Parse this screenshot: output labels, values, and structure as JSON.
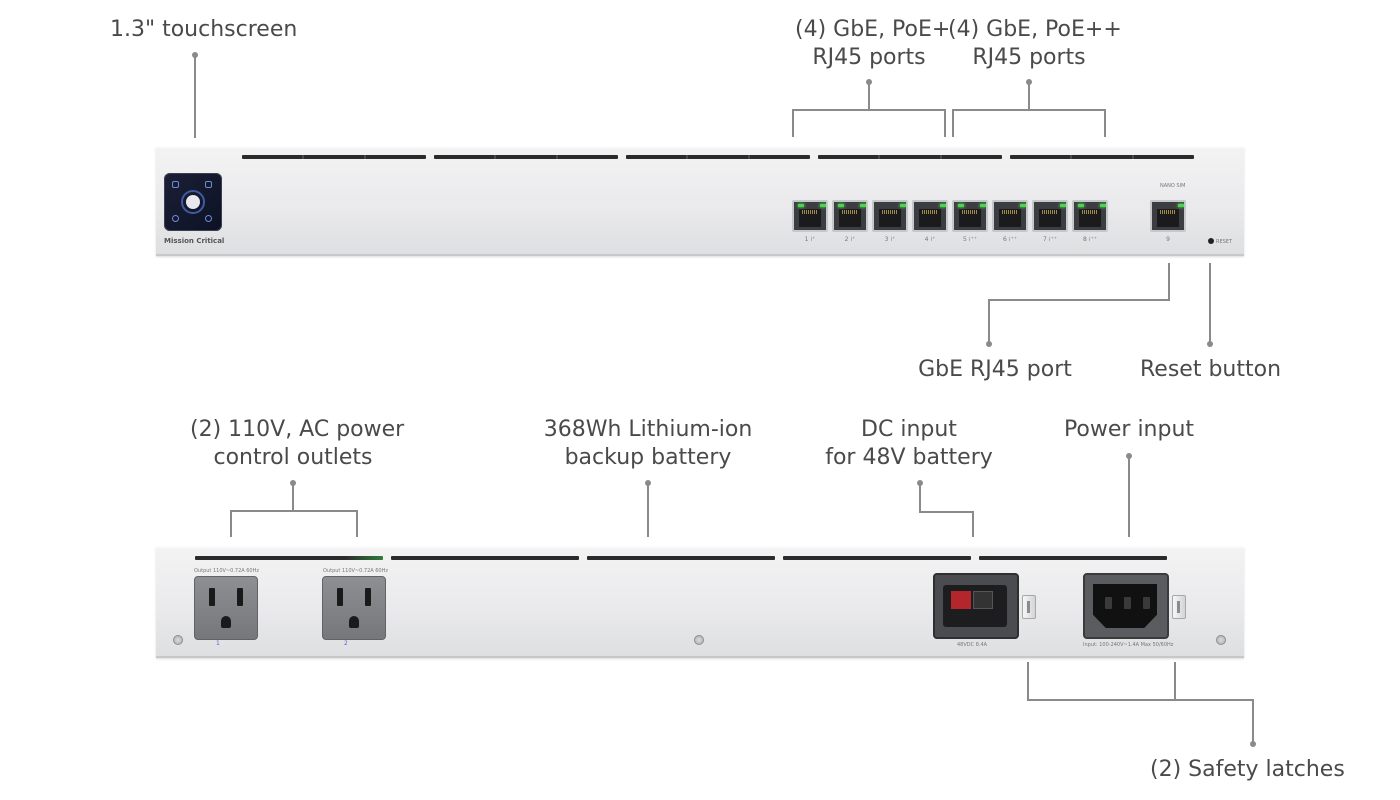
{
  "callouts": {
    "touchscreen": "1.3\" touchscreen",
    "poe_plus": [
      "(4) GbE, PoE+",
      "RJ45 ports"
    ],
    "poe_plusplus": [
      "(4) GbE, PoE++",
      "RJ45 ports"
    ],
    "gbe_port": "GbE RJ45 port",
    "reset_button": "Reset button",
    "ac_outlets": [
      "(2) 110V, AC power",
      "control outlets"
    ],
    "battery": [
      "368Wh Lithium-ion",
      "backup battery"
    ],
    "dc_input": [
      "DC input",
      "for 48V battery"
    ],
    "power_input": "Power input",
    "safety_latches": "(2) Safety latches"
  },
  "front_panel": {
    "brand": "Mission Critical",
    "port_labels": [
      "1 ⁞⁺",
      "2 ⁞⁺",
      "3 ⁞⁺",
      "4 ⁞⁺",
      "5 ⁞⁺⁺",
      "6 ⁞⁺⁺",
      "7 ⁞⁺⁺",
      "8 ⁞⁺⁺"
    ],
    "uplink_label": "9",
    "sim_label": "NANO SIM",
    "reset_label": "RESET",
    "led_color": "#45d84a"
  },
  "rear_panel": {
    "outlet_1_label": "Output 110V~0.72A 60Hz",
    "outlet_2_label": "Output 110V~0.72A 60Hz",
    "outlet_1_num": "1",
    "outlet_2_num": "2",
    "dc_label": "48VDC 8.4A",
    "ac_label": "Input: 100-240V~1.4A Max 50/60Hz"
  },
  "colors": {
    "text": "#4a4a4a",
    "leader": "#8a8a8a",
    "chassis": "#e9e9eb",
    "vent": "#2b2b2d",
    "dc_red": "#b2262c"
  }
}
